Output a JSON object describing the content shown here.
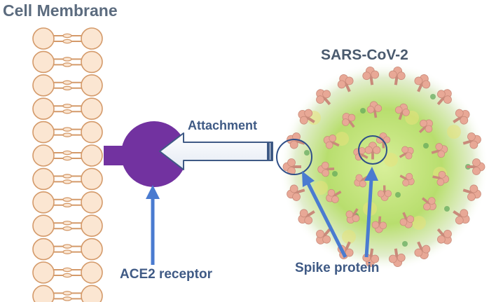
{
  "title": "Cell Membrane",
  "virus_label": "SARS-CoV-2",
  "attachment_label": "Attachment",
  "receptor_label": "ACE2 receptor",
  "spike_label": "Spike protein",
  "colors": {
    "membrane_head": "#fbe6d2",
    "membrane_stroke": "#d49a6a",
    "receptor": "#7232a0",
    "arrow": "#4a7bd0",
    "attach_arrow_stroke": "#3f5a85",
    "virus_body": "#b8de6e",
    "spike": "#e8a896"
  }
}
